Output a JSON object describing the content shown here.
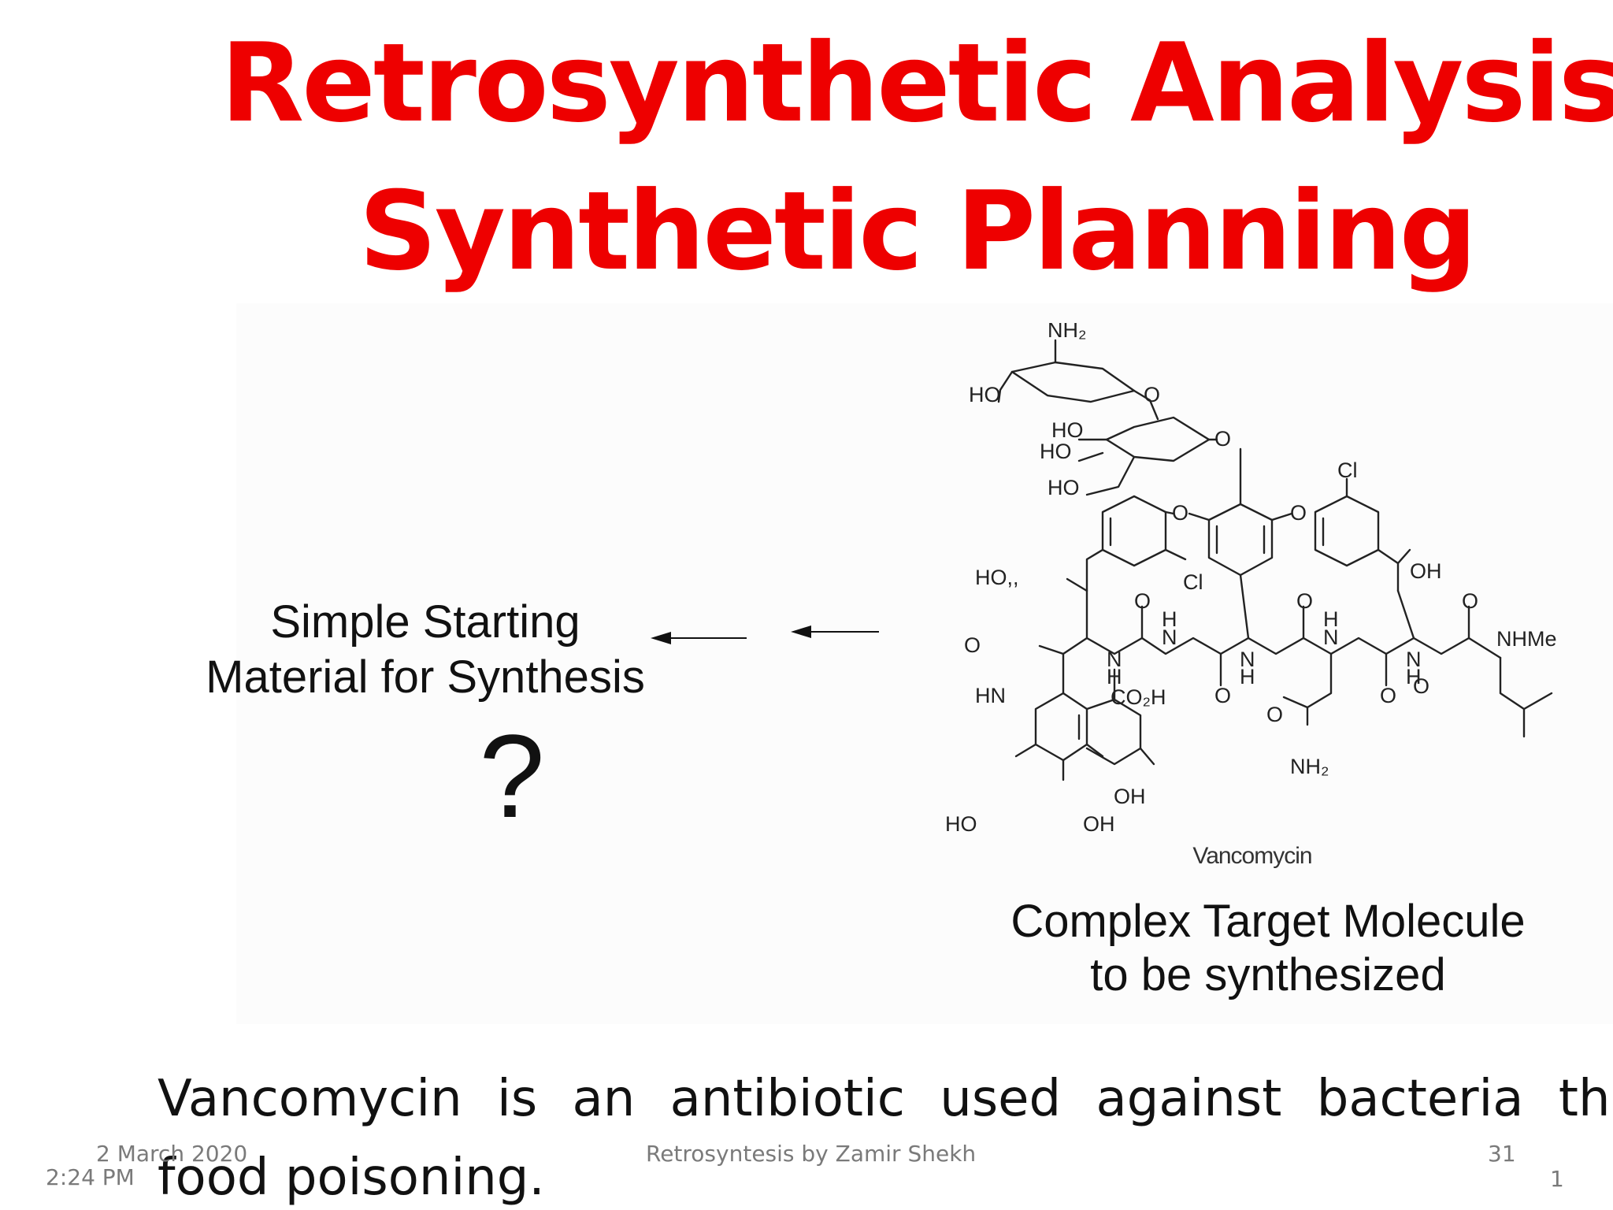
{
  "slide": {
    "title_lines": [
      "Retrosynthetic  Analysis and",
      "Synthetic Planning"
    ],
    "left_caption_lines": [
      "Simple Starting",
      "Material for Synthesis"
    ],
    "question_mark": "?",
    "molecule": {
      "name": "Vancomycin",
      "labels": {
        "nh2_top": "NH₂",
        "ho_1": "HO",
        "o_1": "O",
        "ho_2": "HO",
        "ho_3": "HO",
        "o_2": "O",
        "ho_4": "HO",
        "cl_1": "Cl",
        "o_3": "O",
        "o_4": "O",
        "ho_5": "HO,,",
        "oh_1": "OH",
        "cl_2": "Cl",
        "o_5": "O",
        "o_6": "O",
        "o_7": "O",
        "o_8": "O",
        "n_1": "N",
        "h_1": "H",
        "n_2": "N",
        "h_2": "H",
        "n_3": "N",
        "h_3": "H",
        "n_4": "N",
        "h_4": "H",
        "n_5": "N",
        "h_5": "H",
        "nhme": "NHMe",
        "hn": "HN",
        "co2h": "CO₂H",
        "o_9": "O",
        "o_10": "O",
        "o_11": "O",
        "o_12": "O",
        "nh2_bottom": "NH₂",
        "oh_2": "OH",
        "ho_6": "HO",
        "oh_3": "OH"
      }
    },
    "right_caption_lines": [
      "Complex Target Molecule",
      "to be synthesized"
    ],
    "body_lines": [
      "Vancomycin is an antibiotic used against bacteria that cau",
      "food poisoning."
    ]
  },
  "footer": {
    "date": "2 March 2020",
    "time": "2:24 PM",
    "center": "Retrosyntesis by Zamir Shekh",
    "page": "31",
    "slide_number": "1"
  }
}
